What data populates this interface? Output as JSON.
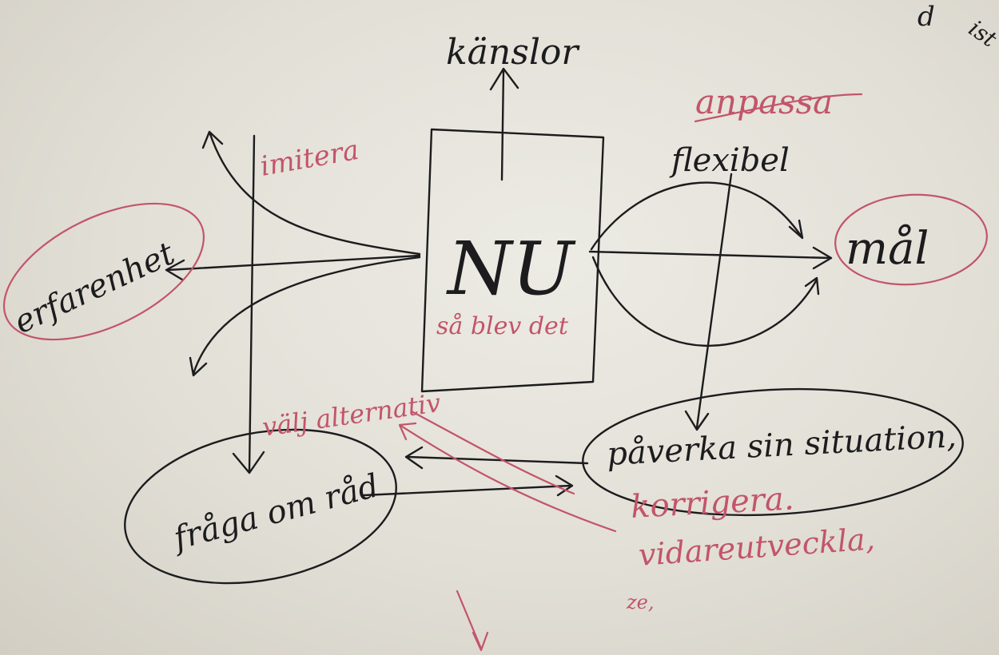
{
  "center": {
    "title": "NU",
    "subtitle": "så blev det"
  },
  "top": {
    "label": "känslor"
  },
  "right_top": {
    "label_red": "anpassa",
    "label_black": "flexibel"
  },
  "goal": {
    "label": "mål"
  },
  "left": {
    "experience": "erfarenhet",
    "imitate": "imitera"
  },
  "bottom_left": {
    "ask": "fråga om råd",
    "choose": "välj alternativ"
  },
  "bottom_right": {
    "influence": "påverka sin situation,",
    "correct": "korrigera.",
    "develop": "vidareutveckla,"
  },
  "corner": {
    "text1": "d",
    "text2": "ist"
  },
  "stray": {
    "text": "ze,"
  },
  "colors": {
    "black_ink": "#1c1c1e",
    "red_ink": "#c2556a",
    "board": "#e6e4dc"
  }
}
